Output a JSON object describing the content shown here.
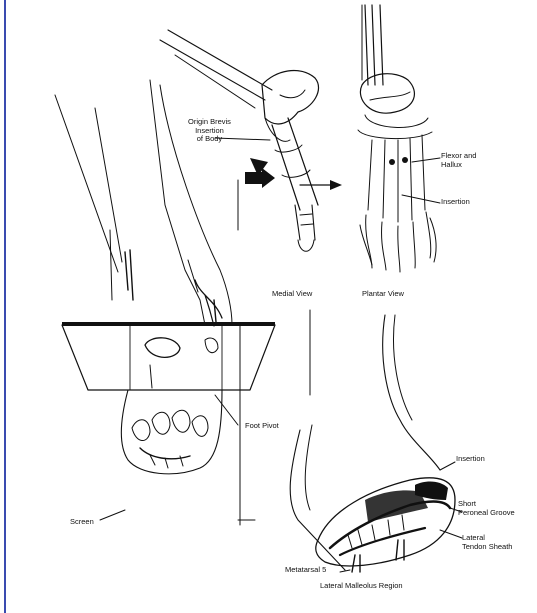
{
  "labels": {
    "origin_brevis": [
      "Origin Brevis",
      "Insertion",
      "of Body"
    ],
    "flexor_hallucis": [
      "Flexor and",
      "Hallux"
    ],
    "insertion": "Insertion",
    "medial_view": "Medial View",
    "plantar_view": "Plantar View",
    "foot_pivot": "Foot Pivot",
    "insertion_lower": "Insertion",
    "short_peroneal": [
      "Short",
      "Peroneal Groove"
    ],
    "lateral_tendon_sheath": [
      "Lateral",
      "Tendon Sheath"
    ],
    "metatarsal_5": "Metatarsal 5",
    "lateral_malleolus": "Lateral Malleolus Region",
    "screen": "Screen"
  },
  "colors": {
    "ink": "#111111",
    "margin_line": "#3a4bb0",
    "paper": "#ffffff"
  }
}
